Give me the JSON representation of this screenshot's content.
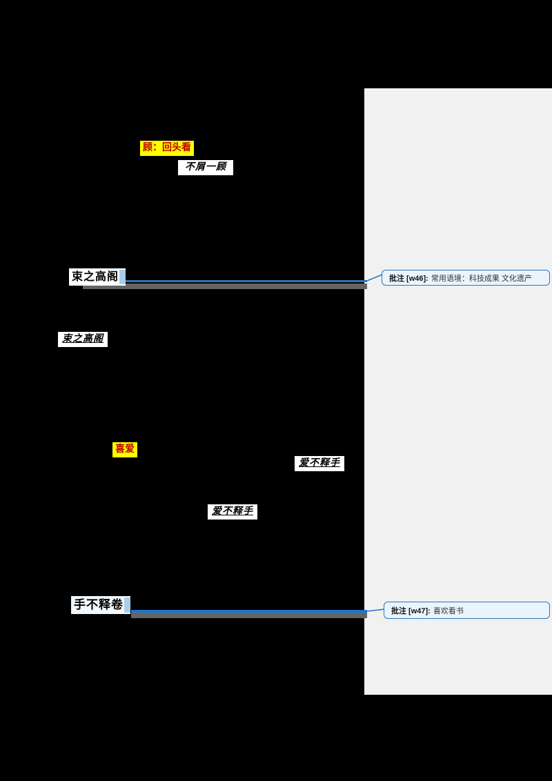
{
  "document": {
    "highlight_gu": "顾：回头看",
    "idiom_buxieyigu": "不屑一顾",
    "anchor_shuzhigaoge": "束之高阁",
    "idiom_shuzhigaoge": "束之高阁",
    "highlight_xiai": "喜爱",
    "idiom_aibushishou_a": "爱不释手",
    "idiom_aibushishou_b": "爱不释手",
    "anchor_shoubushijuan": "手不释卷"
  },
  "comments": {
    "c1": {
      "label": "批注 [w46]:",
      "text": "常用语境：科技成果  文化遗产"
    },
    "c2": {
      "label": "批注 [w47]:",
      "text": "喜欢看书"
    }
  },
  "colors": {
    "page_background": "#000000",
    "comment_panel": "#f1f1f1",
    "highlight_yellow": "#ffff00",
    "highlight_text_red": "#c00000",
    "comment_border_blue": "#2e75b6",
    "comment_fill_blue": "#eaf4fc",
    "connector_blue_1": "#2e75b6",
    "connector_blue_2": "#1b76d2",
    "connector_gray": "#646464",
    "anchor_selection_blue": "#a8cdec"
  }
}
